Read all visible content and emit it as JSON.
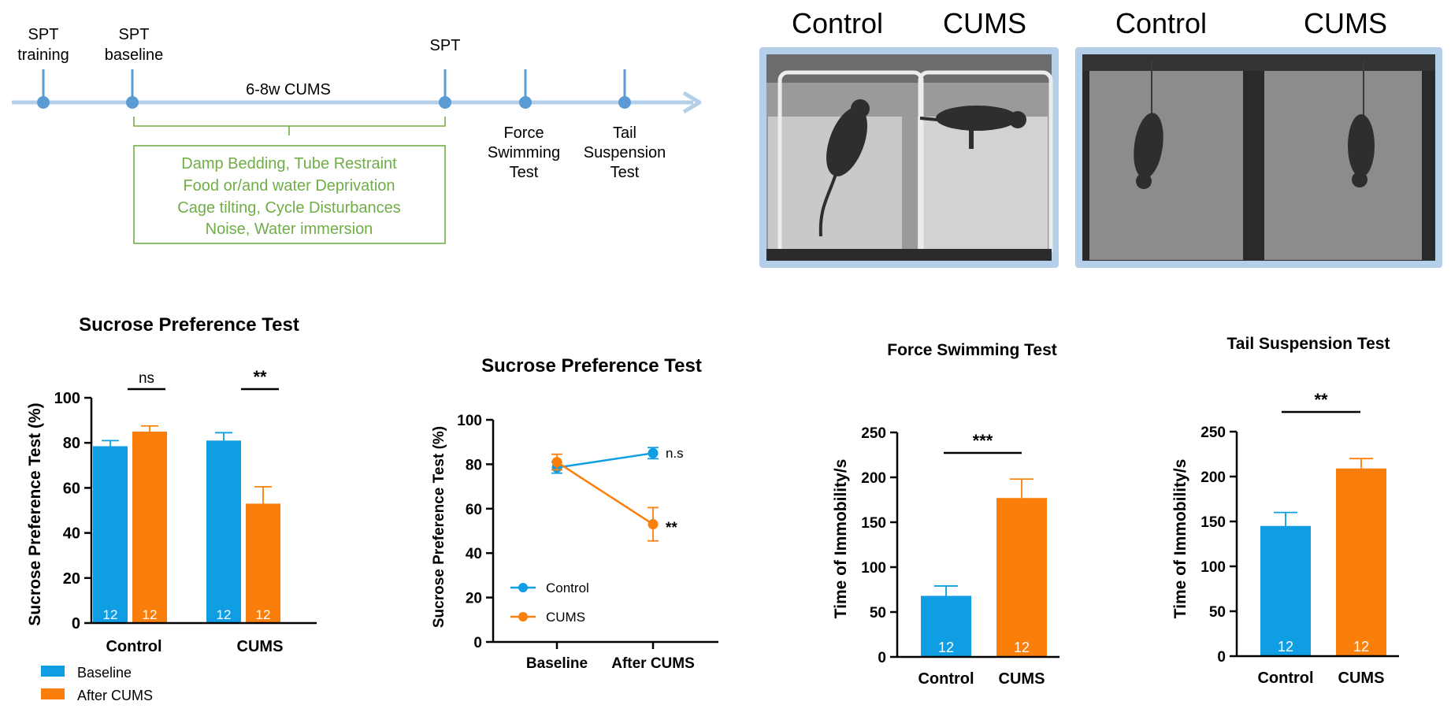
{
  "timeline": {
    "events": [
      {
        "line1": "SPT",
        "line2": "training"
      },
      {
        "line1": "SPT",
        "line2": "baseline"
      },
      {
        "line1": "SPT",
        "line2": ""
      }
    ],
    "period_label": "6-8w CUMS",
    "tests_after": [
      {
        "lines": [
          "Force",
          "Swimming",
          "Test"
        ]
      },
      {
        "lines": [
          "Tail",
          "Suspension",
          "Test"
        ]
      }
    ],
    "stressors": [
      "Damp Bedding, Tube Restraint",
      "Food or/and water Deprivation",
      "Cage tilting, Cycle Disturbances",
      "Noise, Water immersion"
    ],
    "colors": {
      "line": "#5b9bd5",
      "axis": "#b4cfe9",
      "stressor_text": "#70ad47"
    }
  },
  "photos": [
    {
      "labels": [
        "Control",
        "CUMS"
      ],
      "scene": "forced-swim-beakers"
    },
    {
      "labels": [
        "Control",
        "CUMS"
      ],
      "scene": "tail-suspension-chambers"
    }
  ],
  "chart_data": [
    {
      "type": "bar",
      "title": "Sucrose Preference Test",
      "ylabel": "Sucrose Preference Test (%)",
      "ylim": [
        0,
        100
      ],
      "yticks": [
        0,
        20,
        40,
        60,
        80,
        100
      ],
      "categories": [
        "Control",
        "CUMS"
      ],
      "series": [
        {
          "name": "Baseline",
          "values": [
            78.5,
            81
          ],
          "errors": [
            2.5,
            3.5
          ],
          "n": [
            "12",
            "12"
          ],
          "color": "#0f9de4"
        },
        {
          "name": "After CUMS",
          "values": [
            85,
            53
          ],
          "errors": [
            2.5,
            7.5
          ],
          "n": [
            "12",
            "12"
          ],
          "color": "#fa7f0a"
        }
      ],
      "significance": [
        "ns",
        "**"
      ],
      "legend": "bottom-left"
    },
    {
      "type": "line",
      "title": "Sucrose Preference Test",
      "ylabel": "Sucrose Preference Test (%)",
      "ylim": [
        0,
        100
      ],
      "yticks": [
        0,
        20,
        40,
        60,
        80,
        100
      ],
      "categories": [
        "Baseline",
        "After CUMS"
      ],
      "series": [
        {
          "name": "Control",
          "values": [
            78.5,
            85
          ],
          "errors": [
            2.5,
            2.5
          ],
          "color": "#0f9de4"
        },
        {
          "name": "CUMS",
          "values": [
            81,
            53
          ],
          "errors": [
            3.5,
            7.5
          ],
          "color": "#fa7f0a"
        }
      ],
      "annotations": [
        "n.s",
        "**"
      ],
      "legend": "bottom-left"
    },
    {
      "type": "bar",
      "title": "Force Swimming Test",
      "ylabel": "Time of Immobility/s",
      "ylim": [
        0,
        250
      ],
      "yticks": [
        0,
        50,
        100,
        150,
        200,
        250
      ],
      "categories": [
        "Control",
        "CUMS"
      ],
      "values": [
        68,
        177
      ],
      "errors": [
        11,
        21
      ],
      "n": [
        "12",
        "12"
      ],
      "colors": [
        "#0f9de4",
        "#fa7f0a"
      ],
      "significance": "***"
    },
    {
      "type": "bar",
      "title": "Tail Suspension Test",
      "ylabel": "Time of Immobility/s",
      "ylim": [
        0,
        250
      ],
      "yticks": [
        0,
        50,
        100,
        150,
        200,
        250
      ],
      "categories": [
        "Control",
        "CUMS"
      ],
      "values": [
        145,
        209
      ],
      "errors": [
        15,
        11
      ],
      "n": [
        "12",
        "12"
      ],
      "colors": [
        "#0f9de4",
        "#fa7f0a"
      ],
      "significance": "**"
    }
  ]
}
